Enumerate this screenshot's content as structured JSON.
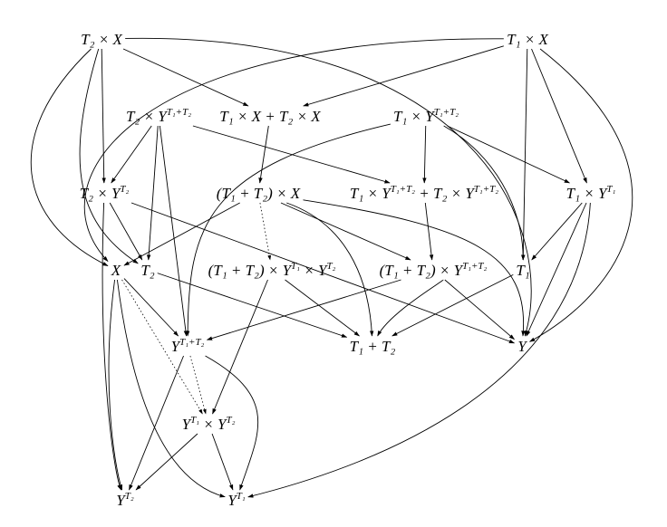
{
  "nodes": [
    {
      "id": "T2xX",
      "parts": [
        {
          "t": "T₂ × X"
        }
      ]
    },
    {
      "id": "T1xX",
      "parts": [
        {
          "t": "T₁ × X"
        }
      ]
    },
    {
      "id": "T2xYT12",
      "parts": [
        {
          "t": "T₂ × Y"
        },
        {
          "sup": "T₁+T₂"
        }
      ]
    },
    {
      "id": "T1X+T2X",
      "parts": [
        {
          "t": "T₁ × X + T₂ × X"
        }
      ]
    },
    {
      "id": "T1xYT12",
      "parts": [
        {
          "t": "T₁ × Y"
        },
        {
          "sup": "T₁+T₂"
        }
      ]
    },
    {
      "id": "T2xYT2",
      "parts": [
        {
          "t": "T₂ × Y"
        },
        {
          "sup": "T₂"
        }
      ]
    },
    {
      "id": "T12xX",
      "parts": [
        {
          "t": "(T₁ + T₂) × X"
        }
      ]
    },
    {
      "id": "sumY",
      "parts": [
        {
          "t": "T₁ × Y"
        },
        {
          "sup": "T₁+T₂"
        },
        {
          "t": " + T₂ × Y"
        },
        {
          "sup": "T₁+T₂"
        }
      ]
    },
    {
      "id": "T1xYT1",
      "parts": [
        {
          "t": "T₁ × Y"
        },
        {
          "sup": "T₁"
        }
      ]
    },
    {
      "id": "X",
      "parts": [
        {
          "t": "X"
        }
      ]
    },
    {
      "id": "T2",
      "parts": [
        {
          "t": "T₂"
        }
      ]
    },
    {
      "id": "T12xYT1xYT2",
      "parts": [
        {
          "t": "(T₁ + T₂) × Y"
        },
        {
          "sup": "T₁"
        },
        {
          "t": " × Y"
        },
        {
          "sup": "T₂"
        }
      ]
    },
    {
      "id": "T12xYT12",
      "parts": [
        {
          "t": "(T₁ + T₂) × Y"
        },
        {
          "sup": "T₁+T₂"
        }
      ]
    },
    {
      "id": "T1",
      "parts": [
        {
          "t": "T₁"
        }
      ]
    },
    {
      "id": "YT12",
      "parts": [
        {
          "t": "Y"
        },
        {
          "sup": "T₁+T₂"
        }
      ]
    },
    {
      "id": "T1+T2",
      "parts": [
        {
          "t": "T₁ + T₂"
        }
      ]
    },
    {
      "id": "Y",
      "parts": [
        {
          "t": "Y"
        }
      ]
    },
    {
      "id": "YT1xYT2",
      "parts": [
        {
          "t": "Y"
        },
        {
          "sup": "T₁"
        },
        {
          "t": " × Y"
        },
        {
          "sup": "T₂"
        }
      ]
    },
    {
      "id": "YT2",
      "parts": [
        {
          "t": "Y"
        },
        {
          "sup": "T₂"
        }
      ]
    },
    {
      "id": "YT1",
      "parts": [
        {
          "t": "Y"
        },
        {
          "sup": "T₁"
        }
      ]
    }
  ],
  "edges": [
    {
      "from": "T2xX",
      "to": "T1X+T2X",
      "style": "solid"
    },
    {
      "from": "T2xX",
      "to": "T2xYT2",
      "style": "solid"
    },
    {
      "from": "T2xX",
      "to": "X",
      "style": "solid"
    },
    {
      "from": "T2xX",
      "to": "T2",
      "style": "solid"
    },
    {
      "from": "T2xX",
      "to": "Y",
      "style": "solid"
    },
    {
      "from": "T1xX",
      "to": "T1X+T2X",
      "style": "solid"
    },
    {
      "from": "T1xX",
      "to": "T1",
      "style": "solid"
    },
    {
      "from": "T1xX",
      "to": "T1xYT1",
      "style": "solid"
    },
    {
      "from": "T1xX",
      "to": "Y",
      "style": "solid"
    },
    {
      "from": "T1xX",
      "to": "X",
      "style": "solid"
    },
    {
      "from": "T2xYT12",
      "to": "T2xYT2",
      "style": "solid"
    },
    {
      "from": "T2xYT12",
      "to": "T2",
      "style": "solid"
    },
    {
      "from": "T2xYT12",
      "to": "YT12",
      "style": "solid"
    },
    {
      "from": "T2xYT12",
      "to": "sumY",
      "style": "solid"
    },
    {
      "from": "T1X+T2X",
      "to": "T12xX",
      "style": "solid"
    },
    {
      "from": "T1xYT12",
      "to": "YT12",
      "style": "solid"
    },
    {
      "from": "T1xYT12",
      "to": "sumY",
      "style": "solid"
    },
    {
      "from": "T1xYT12",
      "to": "T1",
      "style": "solid"
    },
    {
      "from": "T1xYT12",
      "to": "T1xYT1",
      "style": "solid"
    },
    {
      "from": "T2xYT2",
      "to": "T2",
      "style": "solid"
    },
    {
      "from": "T2xYT2",
      "to": "YT2",
      "style": "solid"
    },
    {
      "from": "T2xYT2",
      "to": "Y",
      "style": "solid"
    },
    {
      "from": "T12xX",
      "to": "X",
      "style": "solid"
    },
    {
      "from": "T12xX",
      "to": "T12xYT1xYT2",
      "style": "dotted"
    },
    {
      "from": "T12xX",
      "to": "T1+T2",
      "style": "solid"
    },
    {
      "from": "T12xX",
      "to": "T12xYT12",
      "style": "solid"
    },
    {
      "from": "T12xX",
      "to": "Y",
      "style": "solid"
    },
    {
      "from": "sumY",
      "to": "T12xYT12",
      "style": "solid"
    },
    {
      "from": "T1xYT1",
      "to": "T1",
      "style": "solid"
    },
    {
      "from": "T1xYT1",
      "to": "Y",
      "style": "solid"
    },
    {
      "from": "T1xYT1",
      "to": "YT1",
      "style": "solid"
    },
    {
      "from": "X",
      "to": "YT12",
      "style": "solid"
    },
    {
      "from": "X",
      "to": "YT2",
      "style": "solid"
    },
    {
      "from": "X",
      "to": "YT1",
      "style": "solid"
    },
    {
      "from": "X",
      "to": "YT1xYT2",
      "style": "dotted"
    },
    {
      "from": "T2",
      "to": "T1+T2",
      "style": "solid"
    },
    {
      "from": "T12xYT1xYT2",
      "to": "YT1xYT2",
      "style": "solid"
    },
    {
      "from": "T12xYT1xYT2",
      "to": "T1+T2",
      "style": "solid"
    },
    {
      "from": "T12xYT12",
      "to": "YT12",
      "style": "solid"
    },
    {
      "from": "T12xYT12",
      "to": "Y",
      "style": "solid"
    },
    {
      "from": "T12xYT12",
      "to": "T1+T2",
      "style": "solid"
    },
    {
      "from": "T1",
      "to": "T1+T2",
      "style": "solid"
    },
    {
      "from": "YT12",
      "to": "YT2",
      "style": "solid"
    },
    {
      "from": "YT12",
      "to": "YT1",
      "style": "solid"
    },
    {
      "from": "YT12",
      "to": "YT1xYT2",
      "style": "dotted"
    },
    {
      "from": "YT1xYT2",
      "to": "YT2",
      "style": "solid"
    },
    {
      "from": "YT1xYT2",
      "to": "YT1",
      "style": "solid"
    }
  ]
}
